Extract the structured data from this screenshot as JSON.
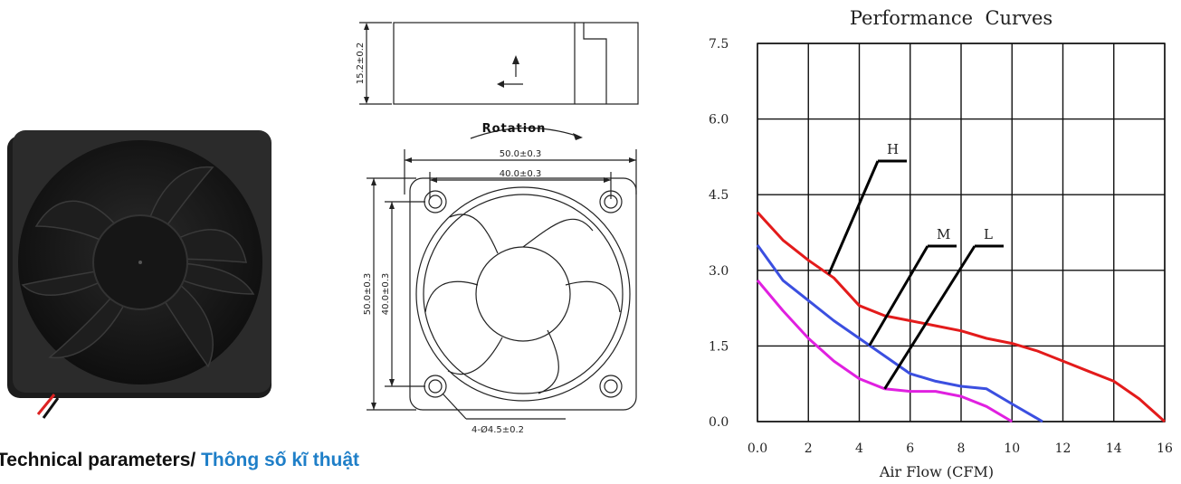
{
  "heading": {
    "en": "Technical parameters/ ",
    "vi": "Thông số kĩ thuật"
  },
  "drawing": {
    "rotation_label": "Rotation",
    "thickness": "15.2±0.2",
    "outer_width": "50.0±0.3",
    "hole_pitch_x": "40.0±0.3",
    "outer_height": "50.0±0.3",
    "hole_pitch_y": "40.0±0.3",
    "hole_spec": "4-Ø4.5±0.2"
  },
  "colors": {
    "H": "#e31b1b",
    "M": "#3b4fe0",
    "L": "#e020e0",
    "heading_accent": "#1f7fc8"
  },
  "chart_data": {
    "type": "line",
    "title": "Performance  Curves",
    "xlabel": "Air Flow (CFM)",
    "ylabel": "",
    "xlim": [
      0,
      16
    ],
    "ylim": [
      0,
      7.5
    ],
    "xticks": [
      0,
      2,
      4,
      6,
      8,
      10,
      12,
      14,
      16
    ],
    "xtick_labels": [
      "0.0",
      "2",
      "4",
      "6",
      "8",
      "10",
      "12",
      "14",
      "16"
    ],
    "yticks": [
      0,
      1.5,
      3,
      4.5,
      6,
      7.5
    ],
    "ytick_labels": [
      "0.0",
      "1.5",
      "3.0",
      "4.5",
      "6.0",
      "7.5"
    ],
    "grid": true,
    "series": [
      {
        "name": "H",
        "x": [
          0,
          1,
          2,
          3,
          4,
          5,
          6,
          7,
          8,
          9,
          10,
          11,
          12,
          13,
          14,
          15,
          16
        ],
        "y": [
          4.15,
          3.6,
          3.2,
          2.85,
          2.3,
          2.1,
          2.0,
          1.9,
          1.8,
          1.65,
          1.55,
          1.4,
          1.2,
          1.0,
          0.8,
          0.45,
          0.0
        ]
      },
      {
        "name": "M",
        "x": [
          0,
          1,
          2,
          3,
          4,
          5,
          6,
          7,
          8,
          9,
          10,
          11.2
        ],
        "y": [
          3.5,
          2.8,
          2.4,
          2.0,
          1.65,
          1.3,
          0.95,
          0.8,
          0.7,
          0.65,
          0.35,
          0.0
        ]
      },
      {
        "name": "L",
        "x": [
          0,
          1,
          2,
          3,
          4,
          5,
          6,
          7,
          8,
          9,
          10
        ],
        "y": [
          2.8,
          2.2,
          1.65,
          1.2,
          0.85,
          0.65,
          0.6,
          0.6,
          0.5,
          0.3,
          0.0
        ]
      }
    ],
    "annotations": [
      {
        "text": "H",
        "series": "H",
        "at_x": 2.8
      },
      {
        "text": "M",
        "series": "M",
        "at_x": 4.4
      },
      {
        "text": "L",
        "series": "L",
        "at_x": 5.0
      }
    ]
  }
}
